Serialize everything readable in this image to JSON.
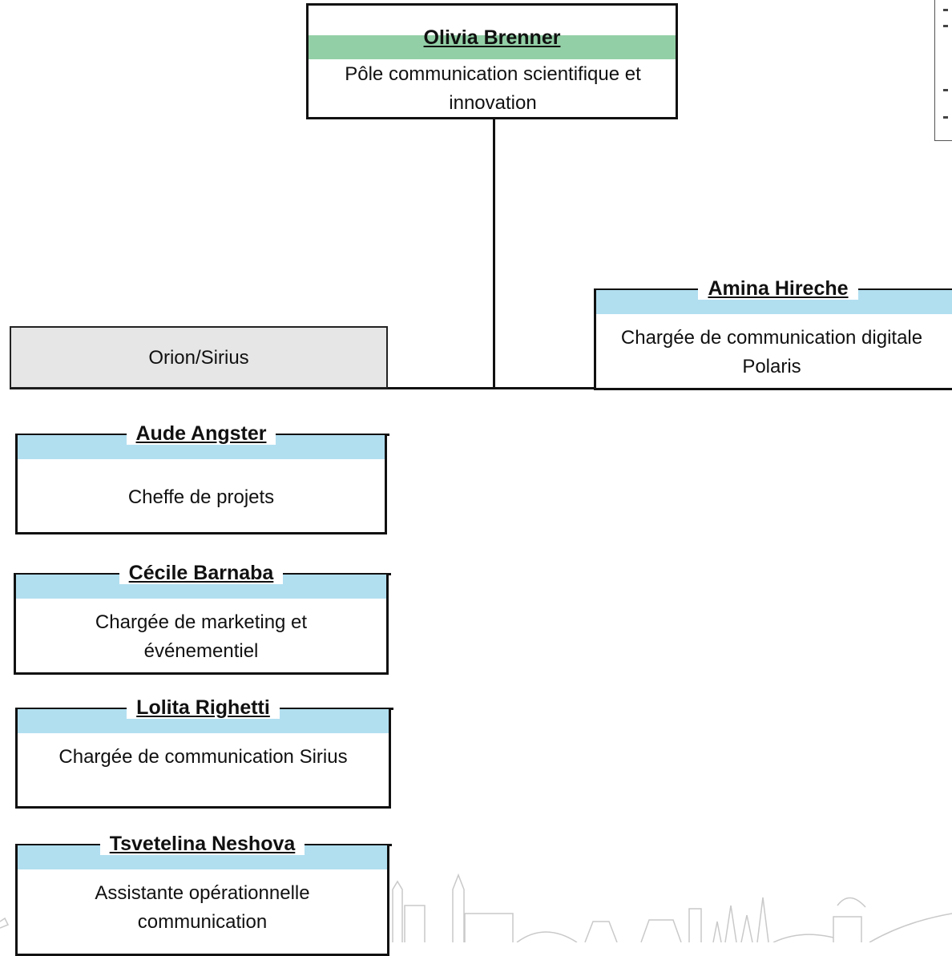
{
  "head": {
    "name": "Olivia Brenner",
    "role": "Pôle communication scientifique et innovation",
    "band_color": "#93cfa6"
  },
  "group": {
    "label": "Orion/Sirius"
  },
  "side": {
    "name": "Amina Hireche",
    "role": "Chargée de communication digitale Polaris"
  },
  "members": [
    {
      "name": "Aude Angster",
      "role": "Cheffe de projets"
    },
    {
      "name": "Cécile Barnaba",
      "role": "Chargée de marketing et événementiel"
    },
    {
      "name": "Lolita Righetti",
      "role": "Chargée de communication Sirius"
    },
    {
      "name": "Tsvetelina Neshova",
      "role": "Assistante opérationnelle communication"
    }
  ],
  "card_band_color": "#b1dff0",
  "group_fill_color": "#e6e6e6"
}
